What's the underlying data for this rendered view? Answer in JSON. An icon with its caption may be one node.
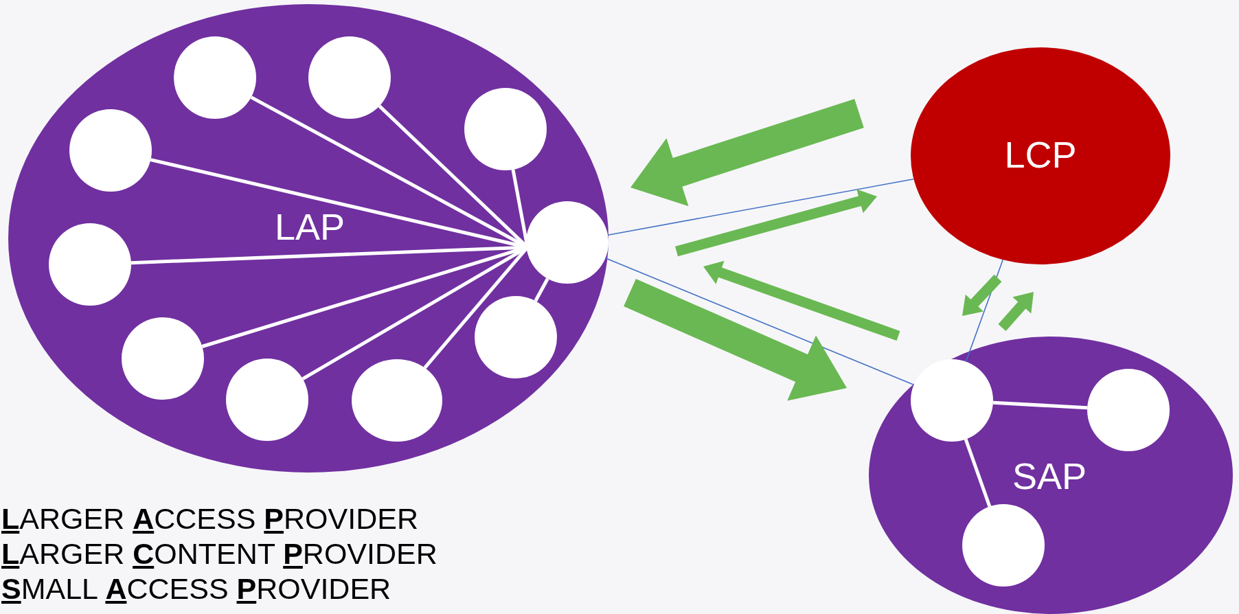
{
  "diagram": {
    "nodes": [
      {
        "text": [
          "LAP"
        ]
      },
      {
        "text": [],
        "shape": "circle",
        "in": 0
      },
      {
        "text": [],
        "shape": "circle",
        "in": 0
      },
      {
        "text": [],
        "shape": "circle",
        "in": 0
      },
      {
        "text": [],
        "shape": "circle",
        "in": 0
      },
      {
        "text": [],
        "shape": "circle",
        "in": 0
      },
      {
        "text": [],
        "shape": "circle",
        "in": 0
      },
      {
        "text": [],
        "shape": "circle",
        "in": 0
      },
      {
        "text": [],
        "shape": "circle",
        "in": 0
      },
      {
        "text": [],
        "shape": "circle",
        "in": 0
      },
      {
        "text": [],
        "shape": "circle",
        "in": 0
      },
      {
        "text": [
          "LCP"
        ]
      },
      {
        "text": [
          "SAP"
        ]
      },
      {
        "text": [],
        "shape": "circle",
        "in": 12
      },
      {
        "text": [],
        "shape": "circle",
        "in": 12
      },
      {
        "text": [],
        "shape": "circle",
        "in": 12
      }
    ],
    "edges": [
      {
        "from": 2,
        "to": 1,
        "arrow": "none"
      },
      {
        "from": 3,
        "to": 1,
        "arrow": "none"
      },
      {
        "from": 4,
        "to": 1,
        "arrow": "none"
      },
      {
        "from": 5,
        "to": 1,
        "arrow": "none"
      },
      {
        "from": 6,
        "to": 1,
        "arrow": "none"
      },
      {
        "from": 7,
        "to": 1,
        "arrow": "none"
      },
      {
        "from": 8,
        "to": 1,
        "arrow": "none"
      },
      {
        "from": 9,
        "to": 1,
        "arrow": "none"
      },
      {
        "from": 10,
        "to": 1,
        "arrow": "none"
      },
      {
        "from": 13,
        "to": 14,
        "arrow": "none"
      },
      {
        "from": 13,
        "to": 15,
        "arrow": "none"
      },
      {
        "from": 1,
        "to": 11,
        "arrow": "none",
        "color": "#4472c4"
      },
      {
        "from": 1,
        "to": 13,
        "arrow": "none",
        "color": "#4472c4"
      },
      {
        "from": 13,
        "to": 11,
        "arrow": "none",
        "color": "#4472c4"
      },
      {
        "from": 11,
        "to": 1,
        "arrow": "to",
        "color": "#6ab853",
        "style": "thick"
      },
      {
        "from": 1,
        "to": 11,
        "arrow": "to",
        "color": "#6ab853"
      },
      {
        "from": 13,
        "to": 1,
        "arrow": "to",
        "color": "#6ab853"
      },
      {
        "from": 1,
        "to": 13,
        "arrow": "to",
        "color": "#6ab853",
        "style": "thick"
      },
      {
        "from": 11,
        "to": 13,
        "arrow": "to",
        "color": "#6ab853"
      },
      {
        "from": 13,
        "to": 11,
        "arrow": "to",
        "color": "#6ab853"
      }
    ],
    "labels": [
      "**L**ARGER **A**CCESS **P**ROVIDER",
      "**L**ARGER **C**ONTENT **P**ROVIDER",
      "**S**MALL **A**CCESS **P**ROVIDER"
    ]
  }
}
